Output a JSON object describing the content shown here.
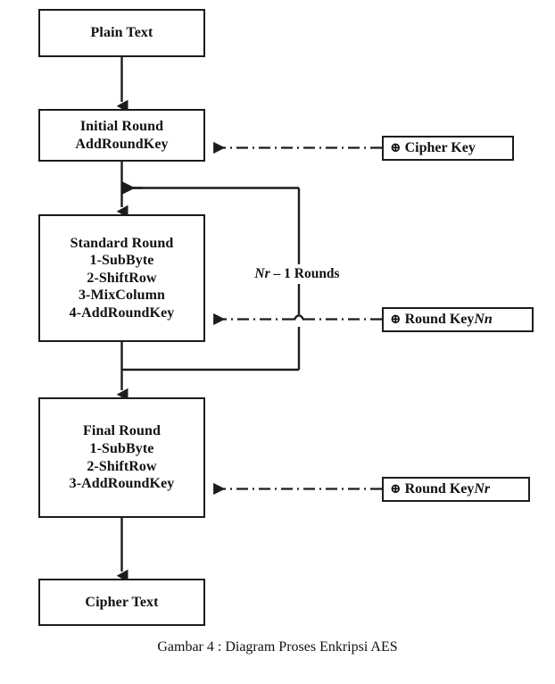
{
  "figure": {
    "caption": "Gambar 4 : Diagram Proses Enkripsi AES",
    "loop_label_prefix": "Nr",
    "loop_label_suffix": " – 1 Rounds"
  },
  "nodes": {
    "plain_text": {
      "lines": [
        "Plain Text"
      ]
    },
    "initial_round": {
      "lines": [
        "Initial Round",
        "AddRoundKey"
      ]
    },
    "standard_round": {
      "lines": [
        "Standard Round",
        "1-SubByte",
        "2-ShiftRow",
        "3-MixColumn",
        "4-AddRoundKey"
      ]
    },
    "final_round": {
      "lines": [
        "Final Round",
        "1-SubByte",
        "2-ShiftRow",
        "3-AddRoundKey"
      ]
    },
    "cipher_text": {
      "lines": [
        "Cipher Text"
      ]
    }
  },
  "keys": {
    "cipher_key": {
      "xor": "⊕",
      "label": "Cipher Key",
      "italic_suffix": ""
    },
    "round_key_nn": {
      "xor": "⊕",
      "label": "Round Key ",
      "italic_suffix": "Nn"
    },
    "round_key_nr": {
      "xor": "⊕",
      "label": "Round Key ",
      "italic_suffix": "Nr"
    }
  },
  "colors": {
    "stroke": "#1c1c1c",
    "text": "#111111",
    "background": "#ffffff"
  }
}
